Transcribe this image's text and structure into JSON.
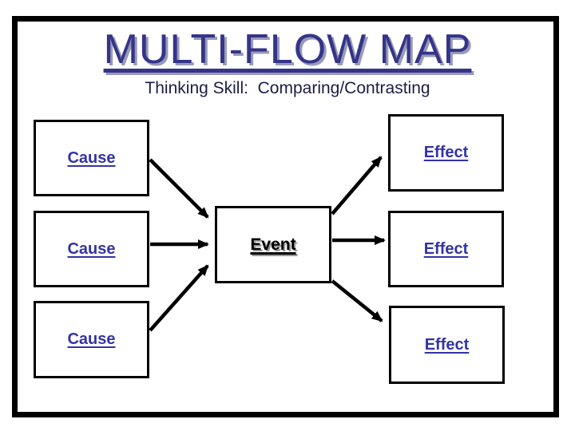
{
  "slide": {
    "title": "MULTI-FLOW MAP",
    "subtitle": "Thinking Skill:  Comparing/Contrasting"
  },
  "colors": {
    "frame_border": "#000000",
    "box_border": "#000000",
    "title_text": "#343489",
    "title_shadow": "#9a9ab8",
    "subtitle_text": "#1c1c45",
    "cause_effect_label": "#3333a6",
    "event_label": "#000000",
    "arrow": "#000000",
    "background": "#ffffff"
  },
  "diagram": {
    "type": "multi-flow-map",
    "event": {
      "label": "Event"
    },
    "causes": [
      {
        "label": "Cause"
      },
      {
        "label": "Cause"
      },
      {
        "label": "Cause"
      }
    ],
    "effects": [
      {
        "label": "Effect"
      },
      {
        "label": "Effect"
      },
      {
        "label": "Effect"
      }
    ],
    "connections": [
      {
        "from": "cause-1",
        "to": "event"
      },
      {
        "from": "cause-2",
        "to": "event"
      },
      {
        "from": "cause-3",
        "to": "event"
      },
      {
        "from": "event",
        "to": "effect-1"
      },
      {
        "from": "event",
        "to": "effect-2"
      },
      {
        "from": "event",
        "to": "effect-3"
      }
    ]
  }
}
